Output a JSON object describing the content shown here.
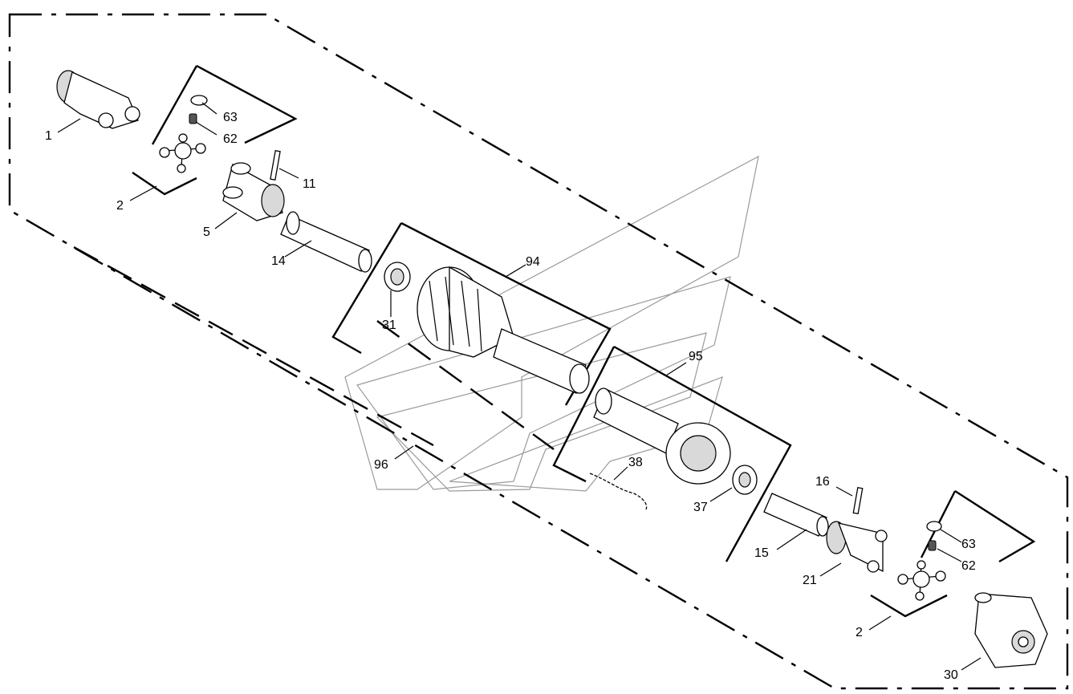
{
  "callouts": {
    "c1": "1",
    "c2a": "2",
    "c2b": "2",
    "c5": "5",
    "c11": "11",
    "c14": "14",
    "c15": "15",
    "c16": "16",
    "c21": "21",
    "c30": "30",
    "c31": "31",
    "c37": "37",
    "c38": "38",
    "c62a": "62",
    "c62b": "62",
    "c63a": "63",
    "c63b": "63",
    "c94": "94",
    "c95": "95",
    "c96": "96"
  },
  "colors": {
    "line": "#000000",
    "watermark": "#9a9a9a",
    "shade": "#d9d9d9"
  }
}
